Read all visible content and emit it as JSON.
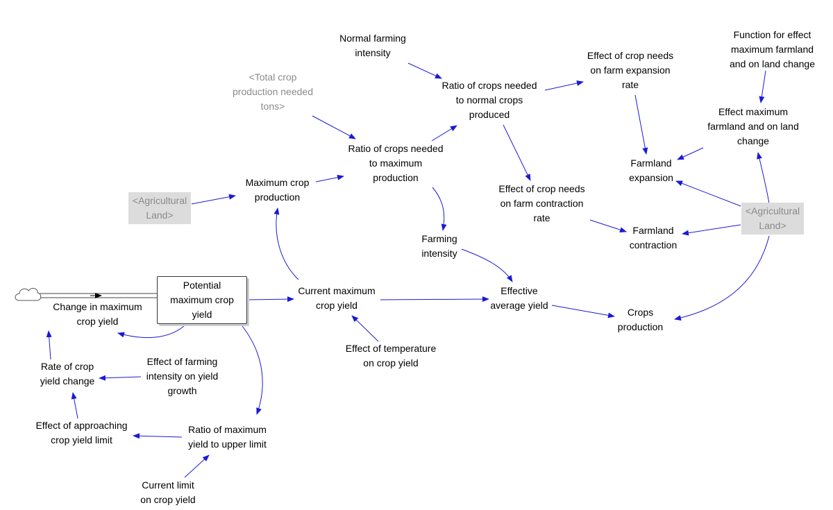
{
  "diagram": {
    "nodes": {
      "normal_farming_intensity": [
        "Normal farming",
        "intensity"
      ],
      "function_for_effect": [
        "Function for effect",
        "maximum farmland",
        "and on land change"
      ],
      "effect_crop_needs_expansion": [
        "Effect of crop needs",
        "on farm expansion",
        "rate"
      ],
      "ratio_crops_needed_normal": [
        "Ratio of crops needed",
        "to normal crops",
        "produced"
      ],
      "total_crop_production_needed": [
        "<Total crop",
        "production needed",
        "tons>"
      ],
      "effect_maximum_farmland": [
        "Effect maximum",
        "farmland and on land",
        "change"
      ],
      "ratio_crops_needed_maximum": [
        "Ratio of crops needed",
        "to maximum",
        "production"
      ],
      "farmland_expansion": [
        "Farmland",
        "expansion"
      ],
      "maximum_crop_production": [
        "Maximum crop",
        "production"
      ],
      "agricultural_land_left": [
        "<Agricultural",
        "Land>"
      ],
      "effect_crop_needs_contraction": [
        "Effect of crop needs",
        "on farm contraction",
        "rate"
      ],
      "agricultural_land_right": [
        "<Agricultural",
        "Land>"
      ],
      "farmland_contraction": [
        "Farmland",
        "contraction"
      ],
      "farming_intensity": [
        "Farming",
        "intensity"
      ],
      "potential_maximum_crop_yield": [
        "Potential",
        "maximum crop",
        "yield"
      ],
      "current_maximum_crop_yield": [
        "Current maximum",
        "crop yield"
      ],
      "effective_average_yield": [
        "Effective",
        "average yield"
      ],
      "change_in_maximum_crop_yield": [
        "Change in maximum",
        "crop yield"
      ],
      "crops_production": [
        "Crops",
        "production"
      ],
      "effect_of_temperature": [
        "Effect of temperature",
        "on crop yield"
      ],
      "rate_of_crop_yield_change": [
        "Rate of crop",
        "yield change"
      ],
      "effect_farming_intensity_growth": [
        "Effect of farming",
        "intensity on yield",
        "growth"
      ],
      "effect_approaching_limit": [
        "Effect of approaching",
        "crop yield limit"
      ],
      "ratio_maximum_yield_upper": [
        "Ratio of maximum",
        "yield to upper limit"
      ],
      "current_limit_on_crop_yield": [
        "Current limit",
        "on crop yield"
      ]
    },
    "colors": {
      "link": "#1a1ad6",
      "text": "#000000",
      "shadow_text": "#8a8a8a",
      "shadow_box": "#dcdcdc"
    },
    "icons": {
      "source": "cloud-icon",
      "flow_valve": "valve-icon"
    }
  }
}
